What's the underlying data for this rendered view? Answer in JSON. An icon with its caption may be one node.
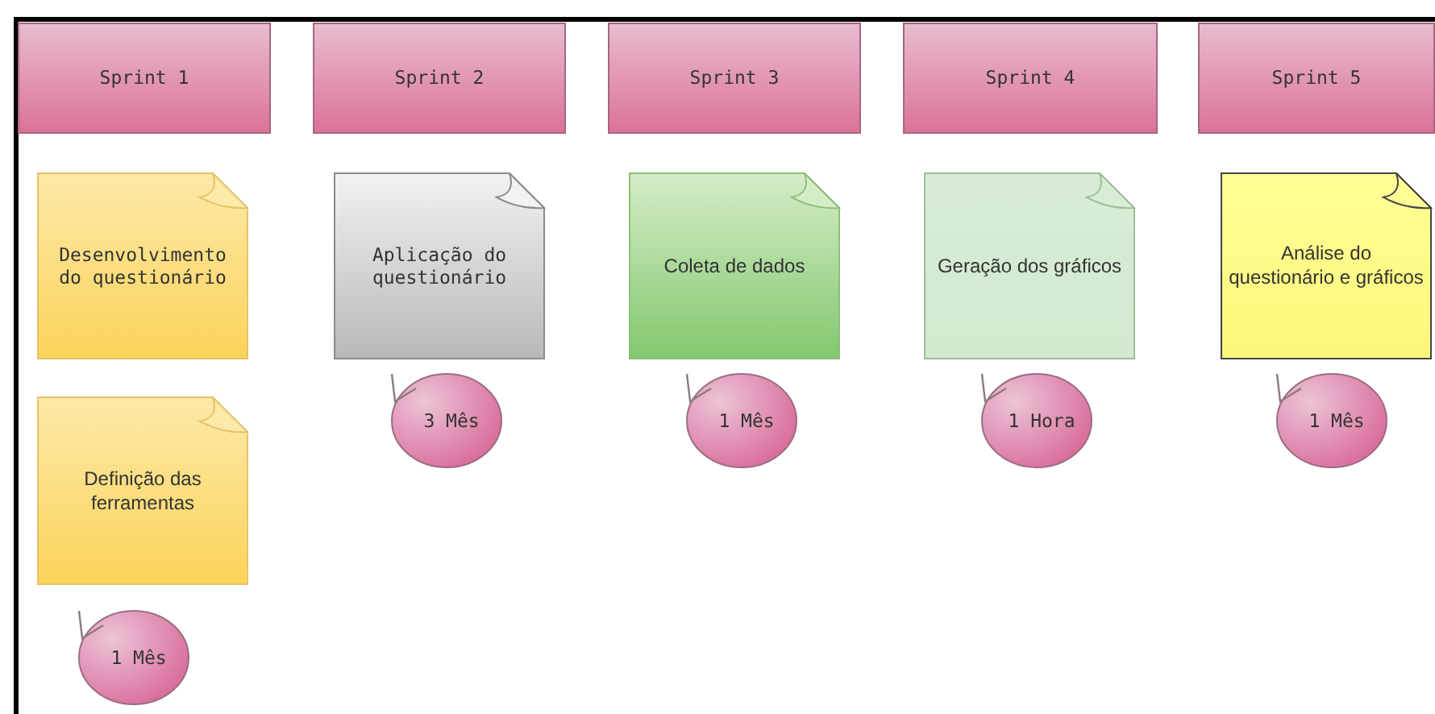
{
  "diagram": {
    "nodes": [
      {
        "text": [
          "Sprint 1"
        ]
      },
      {
        "text": [
          "Sprint 2"
        ]
      },
      {
        "text": [
          "Sprint 3"
        ]
      },
      {
        "text": [
          "Sprint 4"
        ]
      },
      {
        "text": [
          "Sprint 5"
        ]
      },
      {
        "text": [
          "Desenvolvimento do questionário"
        ]
      },
      {
        "text": [
          "Aplicação do questionário"
        ]
      },
      {
        "text": [
          "Coleta de dados"
        ]
      },
      {
        "text": [
          "Geração dos gráficos"
        ]
      },
      {
        "text": [
          "Análise do questionário e gráficos"
        ]
      },
      {
        "text": [
          "Definição das ferramentas"
        ]
      },
      {
        "text": [
          "3 Mês"
        ]
      },
      {
        "text": [
          "1 Mês"
        ]
      },
      {
        "text": [
          "1 Hora"
        ]
      },
      {
        "text": [
          "1 Mês"
        ]
      },
      {
        "text": [
          "1 Mês"
        ]
      }
    ]
  }
}
